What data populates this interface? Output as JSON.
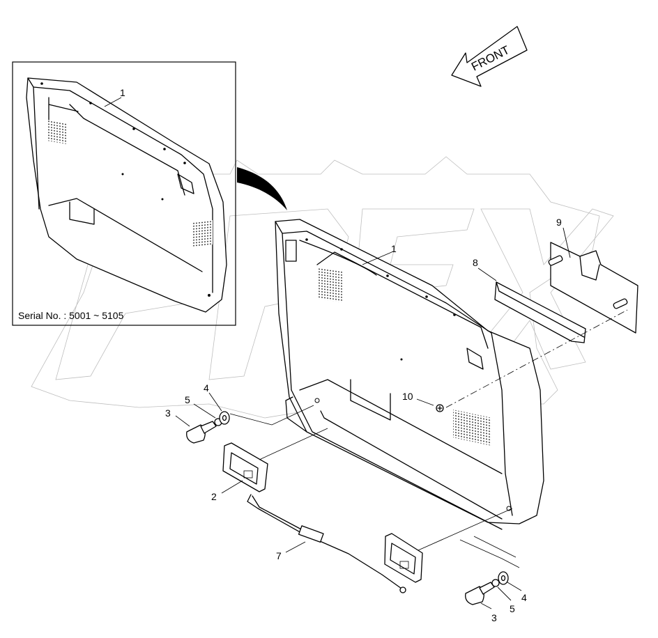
{
  "inset": {
    "serial_label": "Serial No. : 5001 ~ 5105"
  },
  "direction": {
    "label": "FRONT",
    "icon": "arrow-left-icon"
  },
  "watermark": {
    "text": "OPEX",
    "corner_text": ""
  },
  "callouts": {
    "c1_inset": "1",
    "c1_main": "1",
    "c2": "2",
    "c3_left": "3",
    "c3_right": "3",
    "c4_left": "4",
    "c4_right": "4",
    "c5_left": "5",
    "c5_right": "5",
    "c7": "7",
    "c8": "8",
    "c9": "9",
    "c10": "10"
  }
}
